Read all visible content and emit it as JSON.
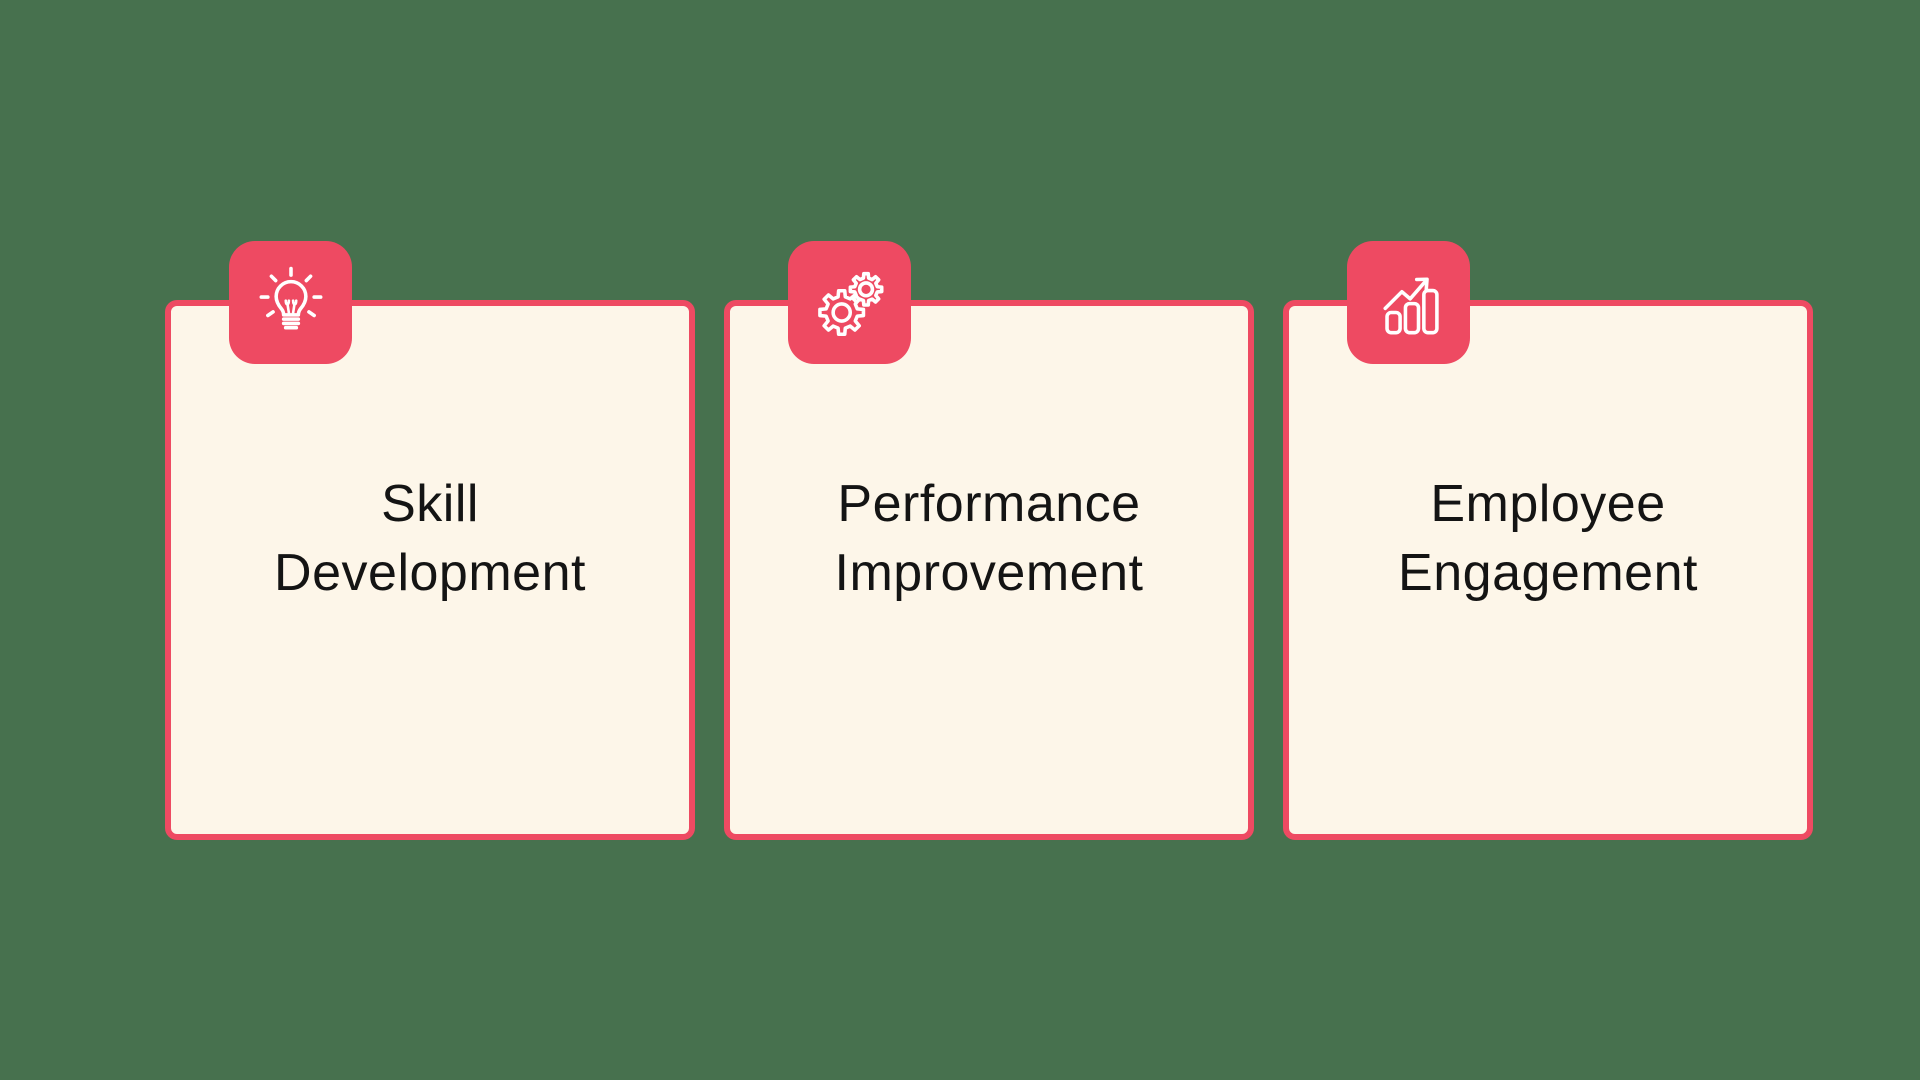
{
  "theme": {
    "background_color": "#47714E",
    "card_fill_color": "#FDF6E9",
    "accent_color": "#EE4A62",
    "text_color": "#141414",
    "icon_color": "#FFFFFF"
  },
  "cards": [
    {
      "title": "Skill Development",
      "icon": "lightbulb-icon"
    },
    {
      "title": "Performance Improvement",
      "icon": "gears-icon"
    },
    {
      "title": "Employee Engagement",
      "icon": "growth-chart-icon"
    }
  ]
}
